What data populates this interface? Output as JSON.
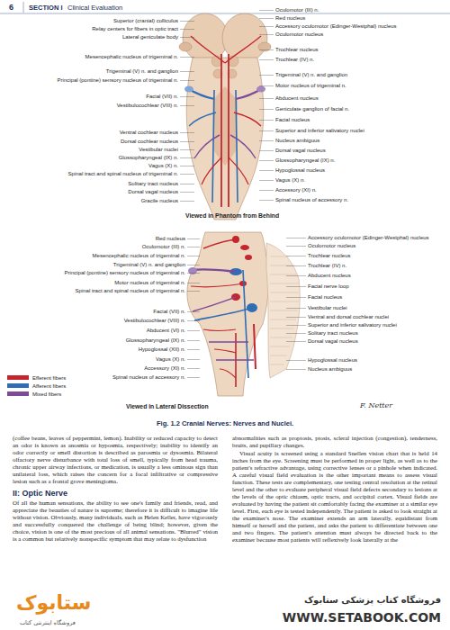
{
  "diagram": {
    "caption": "Fig. 1.2 Cranial Nerves: Nerves and Nuclei.",
    "labels": [
      "6",
      "SECTION I",
      "Clinical Evaluation",
      "Superior (cranial) colliculus",
      "Relay centers for fibers in optic tract",
      "Lateral geniculate body",
      "Mesencephalic nucleus of trigeminal n.",
      "Trigeminal (V) n. and ganglion",
      "Principal (pontine) sensory nucleus of trigeminal n.",
      "Facial (VII) n.",
      "Vestibulocochlear (VIII) n.",
      "Ventral cochlear nucleus",
      "Dorsal cochlear nucleus",
      "Vestibular nuclei",
      "Glossopharyngeal (IX) n.",
      "Vagus (X) n.",
      "Spinal tract and spinal nucleus of trigeminal n.",
      "Solitary tract nucleus",
      "Dorsal vagal nucleus",
      "Gracile nucleus",
      "Oculomotor (III) n.",
      "Red nucleus",
      "Accessory oculomotor (Edinger-Westphal) nucleus",
      "Oculomotor nucleus",
      "Trochlear nucleus",
      "Trochlear (IV) n.",
      "Trigeminal (V) n. and ganglion",
      "Motor nucleus of trigeminal n.",
      "Abducent nucleus",
      "Geniculate ganglion of facial n.",
      "Facial nucleus",
      "Superior and inferior salivatory nuclei",
      "Nucleus ambiguus",
      "Dorsal vagal nucleus",
      "Glossopharyngeal (IX) n.",
      "Hypoglossal nucleus",
      "Vagus (X) n.",
      "Accessory (XI) n.",
      "Spinal nucleus of accessory n.",
      "Viewed in Phantom from Behind",
      "Red nucleus",
      "Oculomotor (III) n.",
      "Mesencephalic nucleus of trigeminal n.",
      "Trigeminal (V) n. and ganglion",
      "Principal (pontine) sensory nucleus of trigeminal n.",
      "Motor nucleus of trigeminal n.",
      "Spinal tract and spinal nucleus of trigeminal n.",
      "Facial (VII) n.",
      "Vestibulocochlear (VIII) n.",
      "Abducent (VI) n.",
      "Glossopharyngeal (IX) n.",
      "Hypoglossal (XII) n.",
      "Vagus (X) n.",
      "Accessory (XI) n.",
      "Spinal nucleus of accessory n.",
      "Accessory oculomotor (Edinger-Westphal) nucleus",
      "Oculomotor nucleus",
      "Trochlear nucleus",
      "Trochlear (IV) n.",
      "Abducent nucleus",
      "Facial nerve loop",
      "Facial nucleus",
      "Vestibular nuclei",
      "Ventral and dorsal cochlear nuclei",
      "Superior and inferior salivatory nuclei",
      "Solitary tract nucleus",
      "Dorsal vagal nucleus",
      "Hypoglossal nucleus",
      "Nucleus ambiguus",
      "Viewed in Lateral Dissection",
      "F. Netter",
      "(coffee beans, leaves of peppermint, lemon). Inability or reduced capacity to detect an odor is known as anosmia or hyposmia, respectively; inability to identify an odor correctly or smell distortion is described as parosmia or dysosmia. Bilateral olfactory nerve disturbance with total loss of smell, typically from head trauma, chronic upper airway infections, or medication, is usually a less ominous sign than unilateral loss, which raises the concern for a focal infiltrative or compressive lesion such as a frontal grove meningioma.",
      "II: Optic Nerve",
      "Of all the human sensations, the ability to see one's family and friends, read, and appreciate the beauties of nature is supreme; therefore it is difficult to imagine life without vision. Obviously, many individuals, such as Helen Keller, have vigorously and successfully conquered the challenge of being blind; however, given the choice, vision is one of the most precious of all animal sensations. \"Blurred\" vision is a common but relatively nonspecific symptom that may relate to dysfunction",
      "abnormalities such as proptosis, ptosis, scleral injection (congestion), tenderness, bruits, and pupillary changes.",
      "Visual acuity is screened using a standard Snellen vision chart that is held 14 inches from the eye. Screening must be performed in proper light, as well as to the patient's refractive advantage, using corrective lenses or a pinhole when indicated. A careful visual field evaluation is the other important means to assess visual function. These tests are complementary, one testing central resolution at the retinal level and the other to evaluate peripheral visual field defects secondary to lesions at the levels of the optic chiasm, optic tracts, and occipital cortex. Visual fields are evaluated by having the patient sit comfortably facing the examiner at a similar eye level. First, each eye is tested independently. The patient is asked to look straight at the examiner's nose. The examiner extends an arm laterally, equidistant from himself or herself and the patient, and asks the patient to differentiate between one and two fingers. The patient's attention must always be directed back to the examiner because most patients will reflexively look laterally at the",
      "ستابوک",
      "فروشگاه اینترنتی کتاب",
      "فروشگاه کتاب پزشکی ستابوک",
      "WWW.SETABOOK.COM"
    ],
    "legend": [
      {
        "text": "Efferent fibers",
        "color": "#c4262e"
      },
      {
        "text": "Afferent fibers",
        "color": "#2f6db5"
      },
      {
        "text": "Mixed fibers",
        "color": "#7d4a98"
      }
    ]
  }
}
